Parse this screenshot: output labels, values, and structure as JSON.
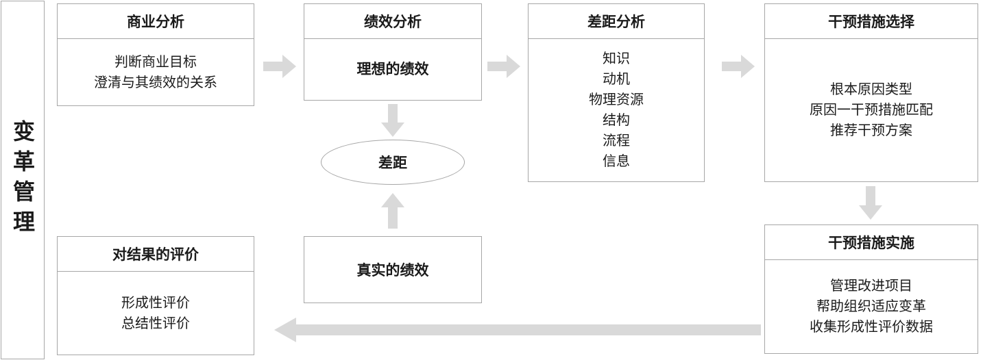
{
  "sidebar": {
    "title": "变革管理"
  },
  "boxes": {
    "business_analysis": {
      "title": "商业分析",
      "lines": [
        "判断商业目标",
        "澄清与其绩效的关系"
      ]
    },
    "performance_analysis": {
      "title": "绩效分析",
      "content": "理想的绩效"
    },
    "gap_analysis": {
      "title": "差距分析",
      "lines": [
        "知识",
        "动机",
        "物理资源",
        "结构",
        "流程",
        "信息"
      ]
    },
    "intervention_selection": {
      "title": "干预措施选择",
      "lines": [
        "根本原因类型",
        "原因一干预措施匹配",
        "推荐干预方案"
      ]
    },
    "evaluation_of_results": {
      "title": "对结果的评价",
      "lines": [
        "形成性评价",
        "总结性评价"
      ]
    },
    "actual_performance": {
      "content": "真实的绩效"
    },
    "intervention_implementation": {
      "title": "干预措施实施",
      "lines": [
        "管理改进项目",
        "帮助组织适应变革",
        "收集形成性评价数据"
      ]
    },
    "gap": {
      "label": "差距"
    }
  },
  "colors": {
    "box_border": "#a6a6a6",
    "arrow_fill": "#d9d9d9",
    "text": "#1a1a1a",
    "background": "#ffffff"
  }
}
